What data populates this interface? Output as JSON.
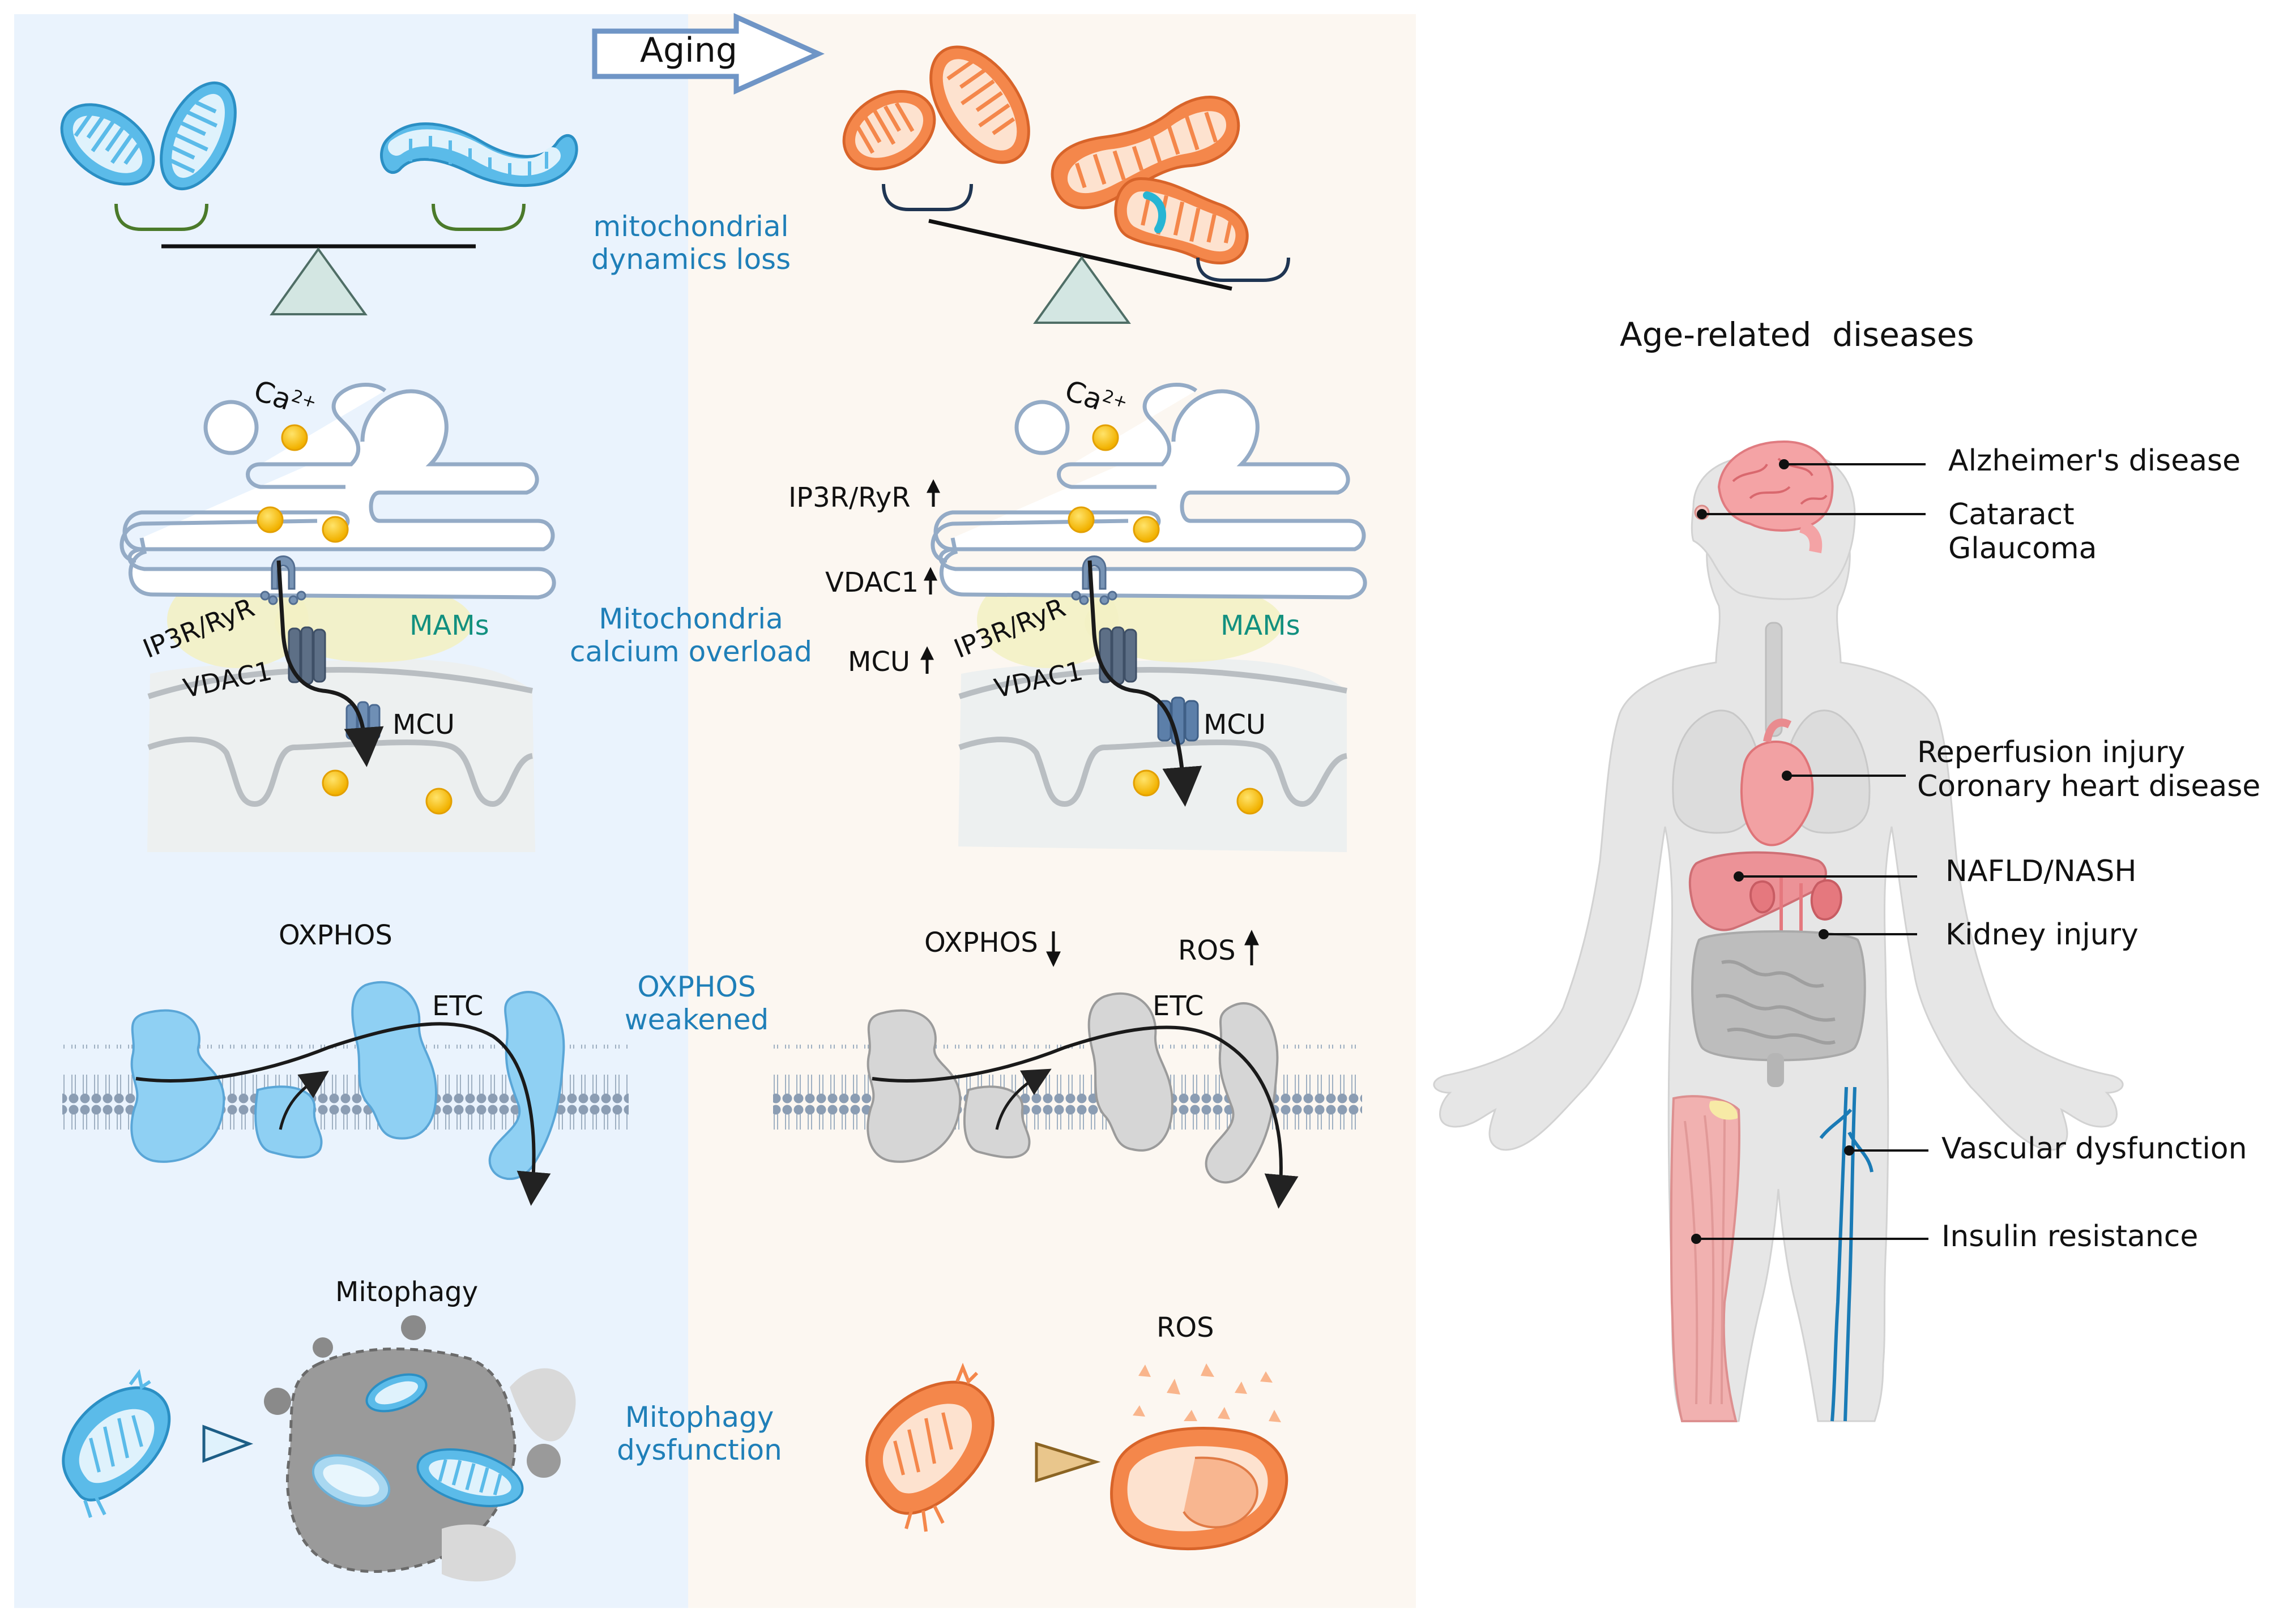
{
  "arrow": {
    "label": "Aging"
  },
  "middle_labels": {
    "dynamics": [
      "mitochondrial",
      "dynamics loss"
    ],
    "calcium": [
      "Mitochondria",
      "calcium overload"
    ],
    "oxphos": [
      "OXPHOS",
      "weakened"
    ],
    "mitophagy": [
      "Mitophagy",
      "dysfunction"
    ]
  },
  "young": {
    "ca": "Ca",
    "ca_sup": "2+",
    "ip3r": "IP3R/RyR",
    "vdac1": "VDAC1",
    "mams": "MAMs",
    "mcu": "MCU",
    "oxphos": "OXPHOS",
    "etc": "ETC",
    "mitophagy": "Mitophagy"
  },
  "aged": {
    "ca": "Ca",
    "ca_sup": "2+",
    "ip3r_up": "IP3R/RyR",
    "vdac1_up": "VDAC1",
    "mcu_up": "MCU",
    "ip3r": "IP3R/RyR",
    "vdac1": "VDAC1",
    "mams": "MAMs",
    "mcu": "MCU",
    "oxphos_down": "OXPHOS",
    "ros_up": "ROS",
    "etc": "ETC",
    "ros": "ROS"
  },
  "body": {
    "title": "Age-related  diseases",
    "diseases": [
      {
        "lines": [
          "Alzheimer's disease"
        ]
      },
      {
        "lines": [
          "Cataract",
          "Glaucoma"
        ]
      },
      {
        "lines": [
          "Reperfusion injury",
          "Coronary heart disease"
        ]
      },
      {
        "lines": [
          "NAFLD/NASH"
        ]
      },
      {
        "lines": [
          "Kidney injury"
        ]
      },
      {
        "lines": [
          "Vascular dysfunction"
        ]
      },
      {
        "lines": [
          "Insulin resistance"
        ]
      }
    ]
  },
  "colors": {
    "young_bg": "#eaf3fd",
    "aged_bg": "#fcf7f1",
    "mito_blue": "#5bbbe9",
    "mito_orange": "#f4874b",
    "text_blue": "#1f7fb8",
    "text_teal": "#12907f"
  }
}
